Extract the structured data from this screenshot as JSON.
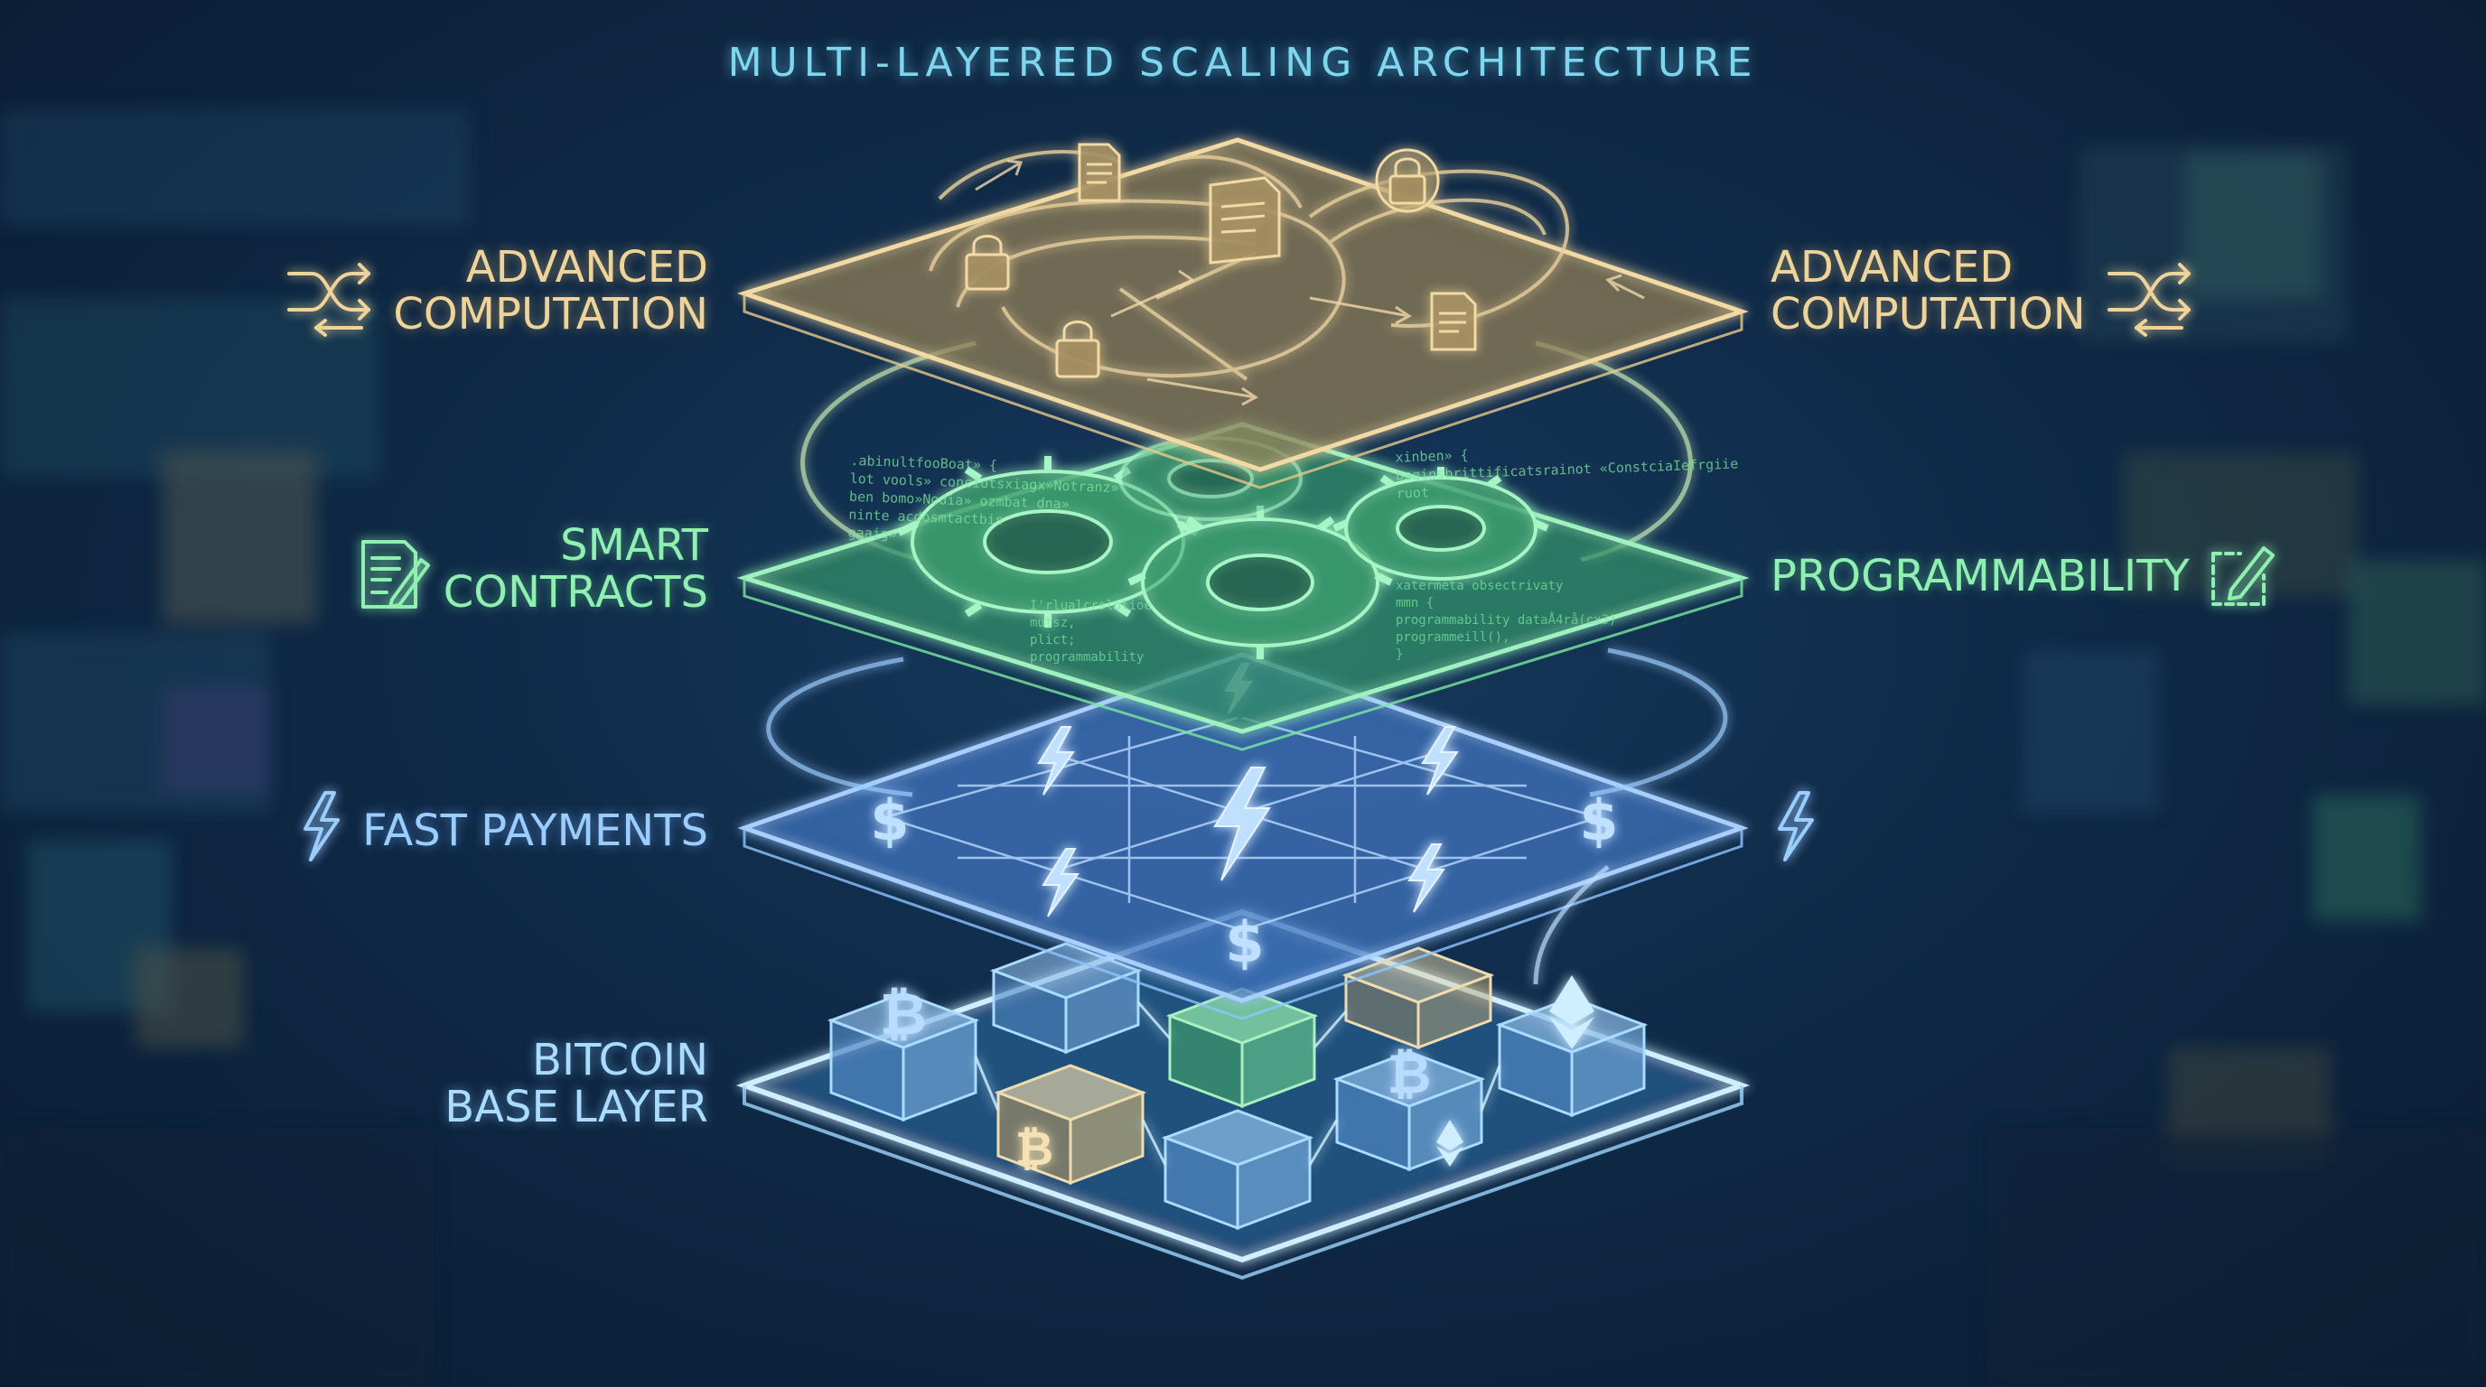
{
  "title": "MULTI-LAYERED SCALING ARCHITECTURE",
  "layers": {
    "computation": {
      "left_label": [
        "ADVANCED",
        "COMPUTATION"
      ],
      "right_label": [
        "ADVANCED",
        "COMPUTATION"
      ],
      "icon": "shuffle-arrows-icon",
      "color": "#e9c98a"
    },
    "contracts": {
      "left_label": [
        "SMART",
        "CONTRACTS"
      ],
      "right_label": "PROGRAMMABILITY",
      "left_icon": "contract-document-icon",
      "right_icon": "edit-square-icon",
      "color": "#7be8a0",
      "code_left": [
        ".abinultfooBoat» {",
        "lot vools» conciotsxiagx»Notranz»",
        "ben bomo»Nodia» ozmbat dna»",
        "ninte acdosmtactbis",
        "gaaig»"
      ],
      "code_right": [
        "xinben» {",
        "baqinsbrittificatsrainot «ConstciaIefrgiie",
        "ruot"
      ],
      "code_bottom_left": [
        "I'rlualcrslolioe",
        "mutsz,",
        "plict;",
        "programmability"
      ],
      "code_bottom_right": [
        "xatermeta obsectrivaty",
        "mmn {",
        "programmability dataÅ4rå(cx3)",
        "programmeill(),",
        "}"
      ]
    },
    "payments": {
      "left_label": "FAST PAYMENTS",
      "left_icon": "lightning-icon",
      "right_icon": "lightning-icon",
      "color": "#8fc4ff"
    },
    "base": {
      "left_label": [
        "BITCOIN",
        "BASE LAYER"
      ],
      "color": "#aad8ff"
    }
  }
}
